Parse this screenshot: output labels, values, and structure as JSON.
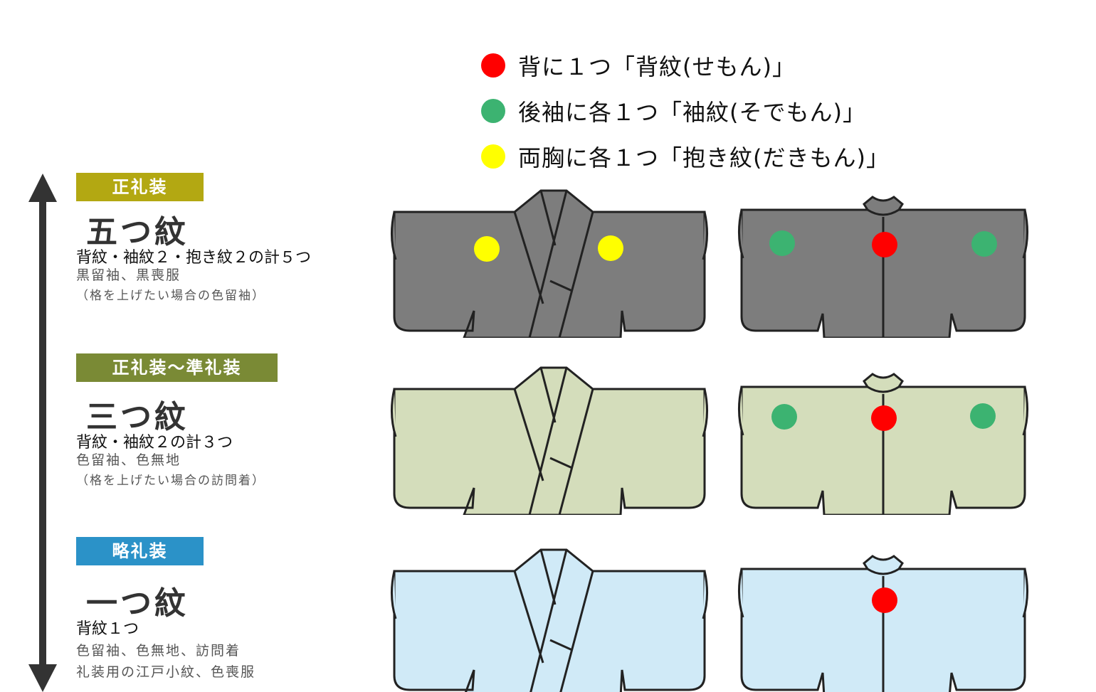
{
  "legend": [
    {
      "color": "#ff0000",
      "label": "背に１つ「背紋(せもん)」",
      "icon": "red-dot-icon"
    },
    {
      "color": "#3cb371",
      "label": "後袖に各１つ「袖紋(そでもん)」",
      "icon": "green-dot-icon"
    },
    {
      "color": "#ffff00",
      "label": "両胸に各１つ「抱き紋(だきもん)」",
      "icon": "yellow-dot-icon"
    }
  ],
  "scale_arrow": {
    "icon": "double-arrow-vertical-icon",
    "color": "#333333"
  },
  "tiers": [
    {
      "badge": "正礼装",
      "badge_color": "#b3a812",
      "title": "五つ紋",
      "count": "背紋・袖紋２・抱き紋２の計５つ",
      "uses": "黒留袖、黒喪服",
      "note": "（格を上げたい場合の色留袖）",
      "kimono_color": "#7d7d7d",
      "front_crests": [
        "yellow",
        "yellow"
      ],
      "back_crests": [
        "green",
        "red",
        "green"
      ]
    },
    {
      "badge": "正礼装～準礼装",
      "badge_color": "#7a8a35",
      "title": "三つ紋",
      "count": "背紋・袖紋２の計３つ",
      "uses": "色留袖、色無地",
      "note": "（格を上げたい場合の訪問着）",
      "kimono_color": "#d4ddbb",
      "front_crests": [],
      "back_crests": [
        "green",
        "red",
        "green"
      ]
    },
    {
      "badge": "略礼装",
      "badge_color": "#2b92c8",
      "title": "一つ紋",
      "count": "背紋１つ",
      "uses": "色留袖、色無地、訪問着",
      "uses2": "礼装用の江戸小紋、色喪服",
      "kimono_color": "#d0eaf7",
      "front_crests": [],
      "back_crests": [
        "red"
      ]
    }
  ]
}
